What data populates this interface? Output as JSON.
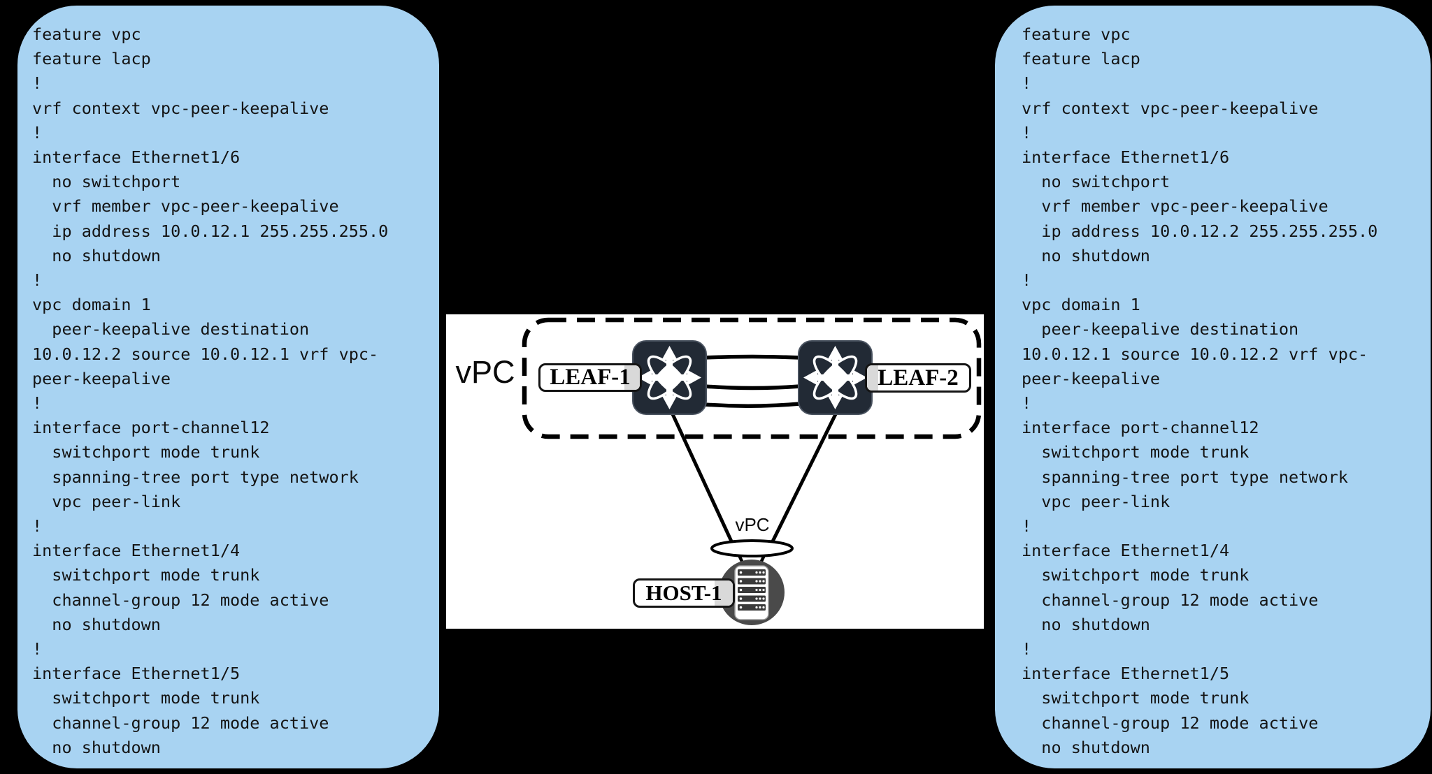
{
  "page": {
    "background_color": "#000000"
  },
  "left_config_panel": {
    "background_color": "#A8D3F2",
    "config_text": "feature vpc\nfeature lacp\n!\nvrf context vpc-peer-keepalive\n!\ninterface Ethernet1/6\n  no switchport\n  vrf member vpc-peer-keepalive\n  ip address 10.0.12.1 255.255.255.0\n  no shutdown\n!\nvpc domain 1\n  peer-keepalive destination\n10.0.12.2 source 10.0.12.1 vrf vpc-\npeer-keepalive\n!\ninterface port-channel12\n  switchport mode trunk\n  spanning-tree port type network\n  vpc peer-link\n!\ninterface Ethernet1/4\n  switchport mode trunk\n  channel-group 12 mode active\n  no shutdown\n!\ninterface Ethernet1/5\n  switchport mode trunk\n  channel-group 12 mode active\n  no shutdown"
  },
  "right_config_panel": {
    "background_color": "#A8D3F2",
    "config_text": "feature vpc\nfeature lacp\n!\nvrf context vpc-peer-keepalive\n!\ninterface Ethernet1/6\n  no switchport\n  vrf member vpc-peer-keepalive\n  ip address 10.0.12.2 255.255.255.0\n  no shutdown\n!\nvpc domain 1\n  peer-keepalive destination\n10.0.12.1 source 10.0.12.2 vrf vpc-\npeer-keepalive\n!\ninterface port-channel12\n  switchport mode trunk\n  spanning-tree port type network\n  vpc peer-link\n!\ninterface Ethernet1/4\n  switchport mode trunk\n  channel-group 12 mode active\n  no shutdown\n!\ninterface Ethernet1/5\n  switchport mode trunk\n  channel-group 12 mode active\n  no shutdown"
  },
  "diagram": {
    "vpc_domain_label": "vPC",
    "leaf1_label": "LEAF-1",
    "leaf2_label": "LEAF-2",
    "port_channel_label": "vPC",
    "host_label": "HOST-1",
    "colors": {
      "diagram_background": "#FFFFFF",
      "switch_body": "#222A35",
      "host_circle": "#4A4A4A",
      "label_overlap_gray": "#D9D9D9",
      "line_black": "#000000"
    }
  }
}
